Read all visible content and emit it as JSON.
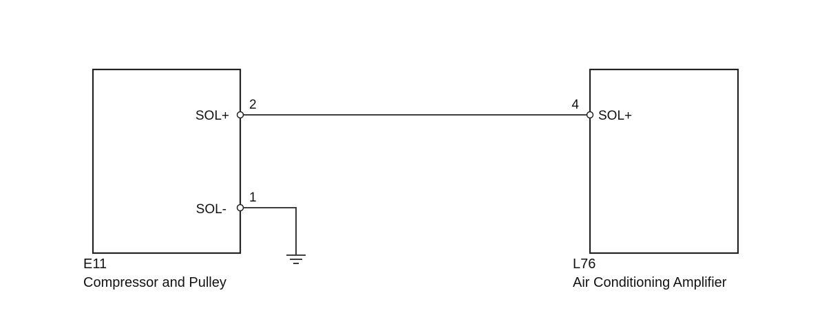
{
  "components": [
    {
      "code": "E11",
      "name": "Compressor and Pulley",
      "pins": [
        {
          "number": "2",
          "label": "SOL+"
        },
        {
          "number": "1",
          "label": "SOL-"
        }
      ]
    },
    {
      "code": "L76",
      "name": "Air Conditioning Amplifier",
      "pins": [
        {
          "number": "4",
          "label": "SOL+"
        }
      ]
    }
  ]
}
